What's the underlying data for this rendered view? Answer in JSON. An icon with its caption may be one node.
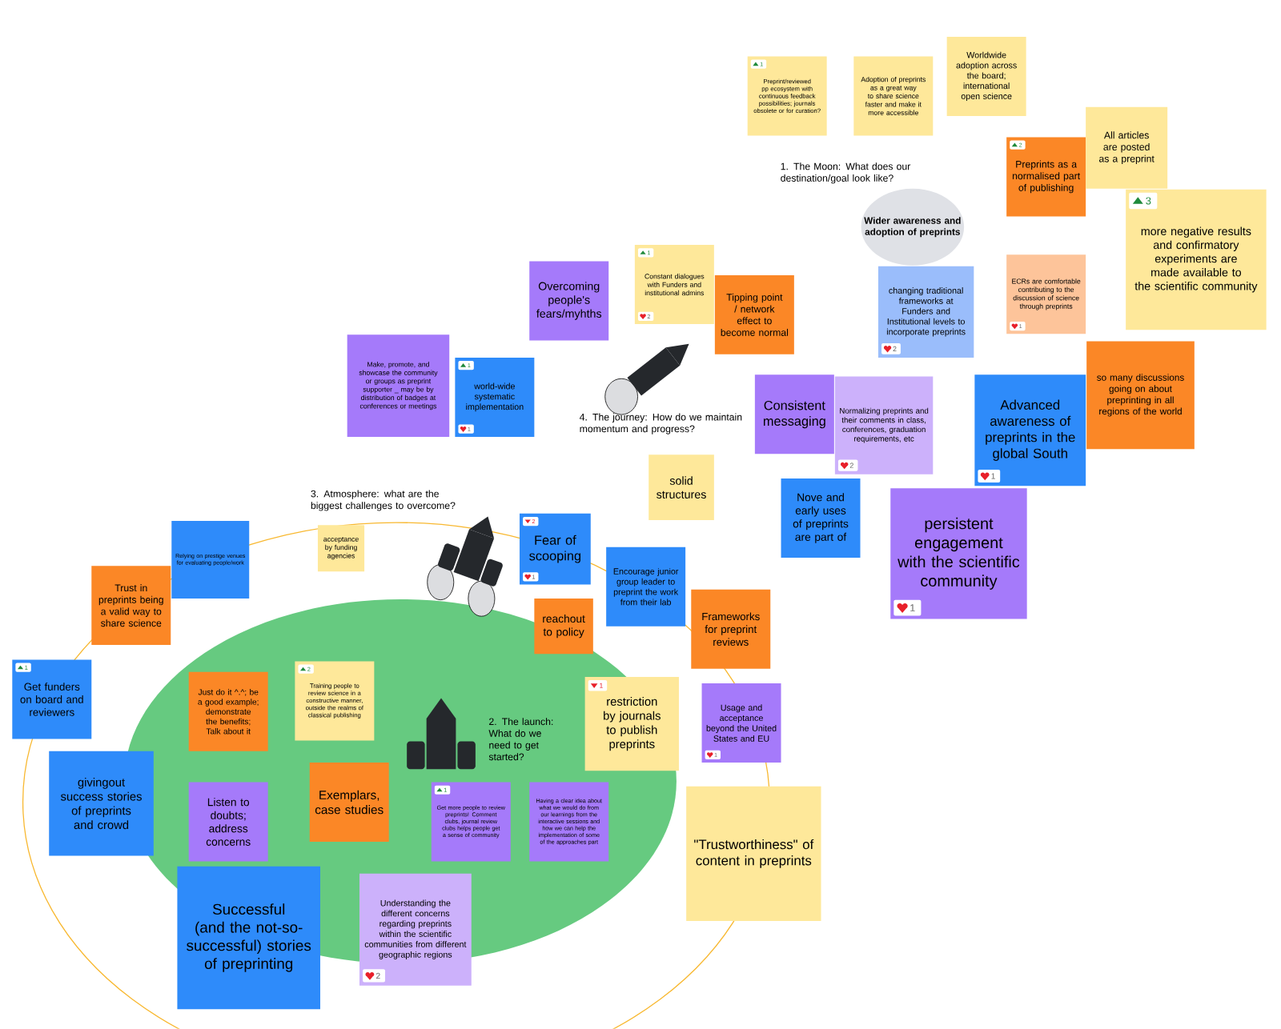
{
  "diagram": {
    "nodes": [
      {
        "text": [
          "1",
          "Preprint/reviewed pp ecosystem with continuous feedback possibilities; journals obsolete or for curation?"
        ]
      },
      {
        "text": [
          "Adoption of preprints as a great way to share science faster and make it more accessible"
        ]
      },
      {
        "text": [
          "Worldwide adoption across the board; international open science"
        ]
      },
      {
        "text": [
          "Wider awareness and adoption of preprints"
        ]
      },
      {
        "text": [
          "2",
          "Preprints as a normalised part of publishing"
        ]
      },
      {
        "text": [
          "All articles are posted as a preprint"
        ]
      },
      {
        "text": [
          "3",
          "more negative results and confirmatory experiments are made available to the scientific community"
        ]
      },
      {
        "text": [
          "Overcoming people's fears/myhths"
        ]
      },
      {
        "text": [
          "1",
          "Constant dialogues with Funders and institutional admins",
          "2"
        ]
      },
      {
        "text": [
          "Tipping point / network effect to become normal"
        ]
      },
      {
        "text": [
          "changing traditional frameworks at Funders and Institutional levels to incorporate preprints",
          "2"
        ]
      },
      {
        "text": [
          "ECRs are comfortable contributing to the discussion of science through preprints",
          "1"
        ]
      },
      {
        "text": [
          "Make, promote, and showcase the community or groups as preprint supporter _ may be by distribution of badges at conferences or meetings"
        ]
      },
      {
        "text": [
          "1",
          "world-wide systematic implementation",
          "1"
        ]
      },
      {
        "text": [
          "Consistent messaging"
        ]
      },
      {
        "text": [
          "Normalizing preprints and their comments in class, conferences, graduation requirements, etc",
          "2"
        ]
      },
      {
        "text": [
          "Advanced awareness of preprints in the global South",
          "1"
        ]
      },
      {
        "text": [
          "so many discussions going on about preprinting in all regions of the world"
        ]
      },
      {
        "text": [
          "solid structures"
        ]
      },
      {
        "text": [
          "Nove and early uses of preprints are part of"
        ]
      },
      {
        "text": [
          "persistent engagement with the scientific community",
          "1"
        ]
      },
      {
        "text": [
          "acceptance by funding agencies"
        ]
      },
      {
        "text": [
          "Relying on prestige venues for evaluating people/work"
        ]
      },
      {
        "text": [
          "Trust in preprints being a valid way to share science"
        ]
      },
      {
        "text": [
          "2",
          "Fear of scooping",
          "1"
        ]
      },
      {
        "text": [
          "Encourage junior group leader to preprint the work from their lab"
        ]
      },
      {
        "text": [
          "reachout to policy"
        ]
      },
      {
        "text": [
          "Frameworks for preprint reviews"
        ]
      },
      {
        "text": [
          "1",
          "Get funders on board and reviewers"
        ]
      },
      {
        "text": [
          "Just do it ^.^; be a good example; demonstrate the benefits; Talk about it"
        ]
      },
      {
        "text": [
          "2",
          "Training people to review science in a constructive manner, outside the realms of classical publishing"
        ]
      },
      {
        "text": [
          "1",
          "restriction by journals to publish preprints"
        ]
      },
      {
        "text": [
          "Usage and acceptance beyond the United States and EU",
          "1"
        ]
      },
      {
        "text": [
          "givingout success stories of preprints and crowd"
        ]
      },
      {
        "text": [
          "Listen to doubts; address concerns"
        ]
      },
      {
        "text": [
          "Exemplars, case studies"
        ]
      },
      {
        "text": [
          "1",
          "Get more people to review preprints! Comment clubs, journal review clubs helps people get a sense of community"
        ]
      },
      {
        "text": [
          "Having a clear idea about what we would do from our learnings from the interactive sessions and how we can help the implementation of some of the approaches part"
        ]
      },
      {
        "text": [
          "\"Trustworthiness\" of content in preprints"
        ]
      },
      {
        "text": [
          "Successful (and the not-so-successful) stories of preprinting"
        ]
      },
      {
        "text": [
          "Understanding the different concerns regarding preprints within the scientific communities from different geographic regions",
          "2"
        ]
      }
    ],
    "labels": [
      "1. The Moon: What does our destination/goal look like?",
      "4. The journey: How do we maintain momentum and progress?",
      "3. Atmosphere: what are the biggest challenges to overcome?",
      "2. The launch: What do we need to get started?"
    ]
  }
}
